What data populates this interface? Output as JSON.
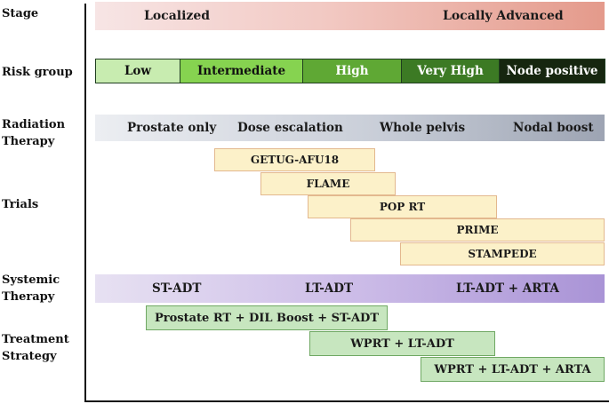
{
  "row_labels": {
    "stage": "Stage",
    "risk_group": "Risk group",
    "radiation_therapy": [
      "Radiation",
      "Therapy"
    ],
    "trials": "Trials",
    "systemic_therapy": [
      "Systemic",
      "Therapy"
    ],
    "treatment_strategy": [
      "Treatment",
      "Strategy"
    ]
  },
  "stage": {
    "start": "Localized",
    "end": "Locally Advanced"
  },
  "risk_groups": [
    {
      "label": "Low",
      "color": "#c8ecb0"
    },
    {
      "label": "Intermediate",
      "color": "#86d350"
    },
    {
      "label": "High",
      "color": "#5fa834"
    },
    {
      "label": "Very High",
      "color": "#3c7a24"
    },
    {
      "label": "Node positive",
      "color": "#16260f"
    }
  ],
  "radiation_therapy": [
    "Prostate only",
    "Dose escalation",
    "Whole pelvis",
    "Nodal boost"
  ],
  "trials": [
    "GETUG-AFU18",
    "FLAME",
    "POP RT",
    "PRIME",
    "STAMPEDE"
  ],
  "systemic_therapy": [
    "ST-ADT",
    "LT-ADT",
    "LT-ADT + ARTA"
  ],
  "treatment_strategies": [
    "Prostate RT + DIL Boost + ST-ADT",
    "WPRT + LT-ADT",
    "WPRT + LT-ADT + ARTA"
  ],
  "colors": {
    "trial_fill": "#fcf1c9",
    "trial_border": "#e3b88e",
    "strategy_fill": "#c7e6bf",
    "strategy_border": "#6fa863"
  }
}
